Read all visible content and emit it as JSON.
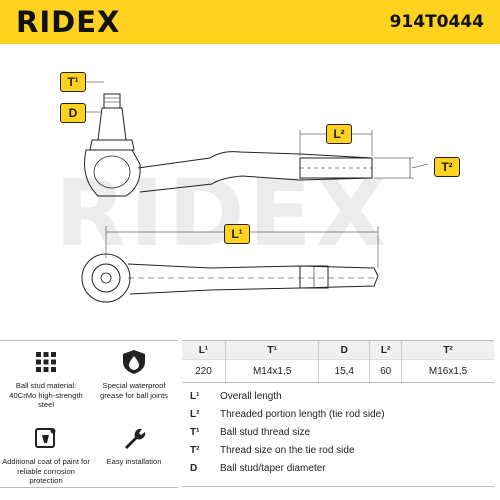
{
  "header": {
    "brand": "RIDEX",
    "part_number": "914T0444"
  },
  "watermark": "RIDEX",
  "diagram": {
    "labels": {
      "t1": "T¹",
      "d": "D",
      "l2": "L²",
      "t2": "T²",
      "l1": "L¹"
    }
  },
  "features": [
    {
      "text": "Ball stud material: 40CrMo high-strength steel",
      "icon": "steel-grid-icon"
    },
    {
      "text": "Special waterproof grease for ball joints",
      "icon": "water-drop-shield-icon"
    },
    {
      "text": "Additional coat of paint for reliable corrosion protection",
      "icon": "paint-bucket-icon"
    },
    {
      "text": "Easy installation",
      "icon": "wrench-icon"
    }
  ],
  "specs": {
    "headers": [
      "L¹",
      "T¹",
      "D",
      "L²",
      "T²"
    ],
    "values": [
      "220",
      "M14x1,5",
      "15,4",
      "60",
      "M16x1,5"
    ]
  },
  "legend": [
    {
      "key": "L¹",
      "desc": "Overall length"
    },
    {
      "key": "L²",
      "desc": "Threaded portion length (tie rod side)"
    },
    {
      "key": "T¹",
      "desc": "Ball stud thread size"
    },
    {
      "key": "T²",
      "desc": "Thread size on the tie rod side"
    },
    {
      "key": "D",
      "desc": "Ball stud/taper diameter"
    }
  ],
  "colors": {
    "brand_yellow": "#ffd21f",
    "outline": "#222222"
  }
}
